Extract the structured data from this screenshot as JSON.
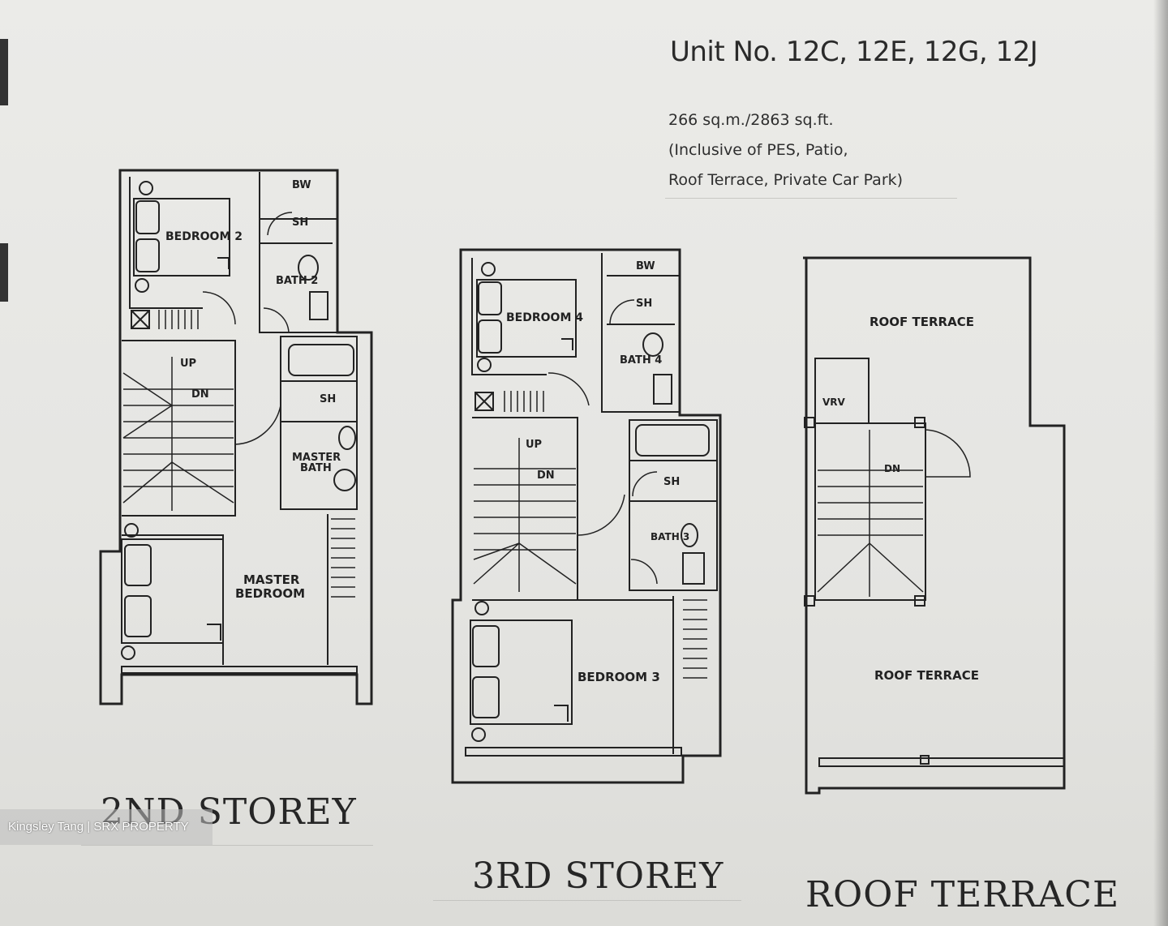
{
  "header": {
    "title": "Unit No. 12C, 12E, 12G, 12J",
    "area": "266 sq.m./2863 sq.ft.",
    "inclusive_line_1": "(Inclusive of PES, Patio,",
    "inclusive_line_2": "Roof Terrace, Private Car Park)"
  },
  "plans": {
    "second": {
      "caption": "2ND STOREY",
      "labels": {
        "bw": "BW",
        "sh_top": "SH",
        "bedroom2": "BEDROOM 2",
        "bath2": "BATH 2",
        "up": "UP",
        "dn": "DN",
        "sh_master": "SH",
        "master_bath_1": "MASTER",
        "master_bath_2": "BATH",
        "master_bed_1": "MASTER",
        "master_bed_2": "BEDROOM"
      }
    },
    "third": {
      "caption": "3RD STOREY",
      "labels": {
        "bw": "BW",
        "sh_top": "SH",
        "bedroom4": "BEDROOM 4",
        "bath4": "BATH 4",
        "up": "UP",
        "dn": "DN",
        "sh_mid": "SH",
        "bath3": "BATH 3",
        "bedroom3": "BEDROOM 3"
      }
    },
    "roof": {
      "caption": "ROOF TERRACE",
      "labels": {
        "roof_terrace_top": "ROOF TERRACE",
        "vrv": "VRV",
        "dn": "DN",
        "roof_terrace_bottom": "ROOF TERRACE"
      }
    }
  },
  "watermark": "Kingsley Tang | SRX PROPERTY",
  "colors": {
    "ink": "#222222",
    "paper": "#e9e9e6"
  }
}
